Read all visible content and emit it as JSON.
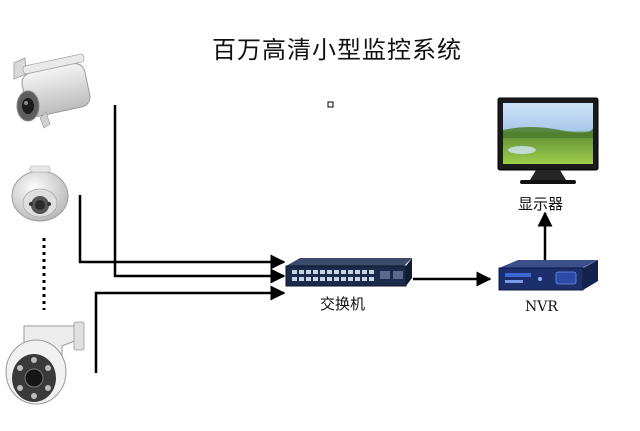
{
  "title": "百万高清小型监控系统",
  "labels": {
    "switch": "交换机",
    "nvr": "NVR",
    "monitor": "显示器"
  },
  "nodes": [
    {
      "name": "bullet-camera",
      "icon": "bullet-camera-icon"
    },
    {
      "name": "dome-camera",
      "icon": "dome-camera-icon"
    },
    {
      "name": "ptz-camera",
      "icon": "ptz-camera-icon"
    },
    {
      "name": "network-switch",
      "icon": "switch-icon"
    },
    {
      "name": "nvr-recorder",
      "icon": "nvr-icon"
    },
    {
      "name": "monitor",
      "icon": "monitor-icon"
    }
  ],
  "edges": [
    {
      "from": "bullet-camera",
      "to": "network-switch"
    },
    {
      "from": "dome-camera",
      "to": "network-switch"
    },
    {
      "from": "ptz-camera",
      "to": "network-switch"
    },
    {
      "from": "network-switch",
      "to": "nvr-recorder"
    },
    {
      "from": "nvr-recorder",
      "to": "monitor"
    }
  ],
  "colors": {
    "line": "#000000",
    "switch_body": "#1c2a4a",
    "nvr_body": "#1d2f6b",
    "nvr_accent": "#3b6ad6"
  }
}
